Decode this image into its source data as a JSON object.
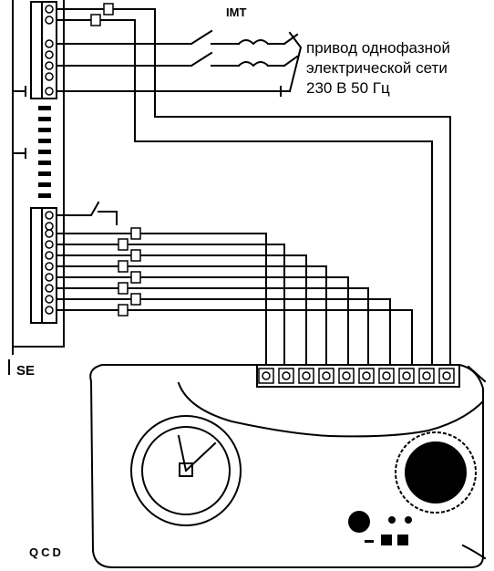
{
  "labels": {
    "switch": "IMT",
    "supply_line1": "привод  однофазной",
    "supply_line2": "электрической сети",
    "supply_line3": "230 В 50 Гц",
    "panel": "SE",
    "controller": "QCD"
  },
  "terminal_count": 10,
  "colors": {
    "line": "#000000",
    "background": "#ffffff"
  }
}
